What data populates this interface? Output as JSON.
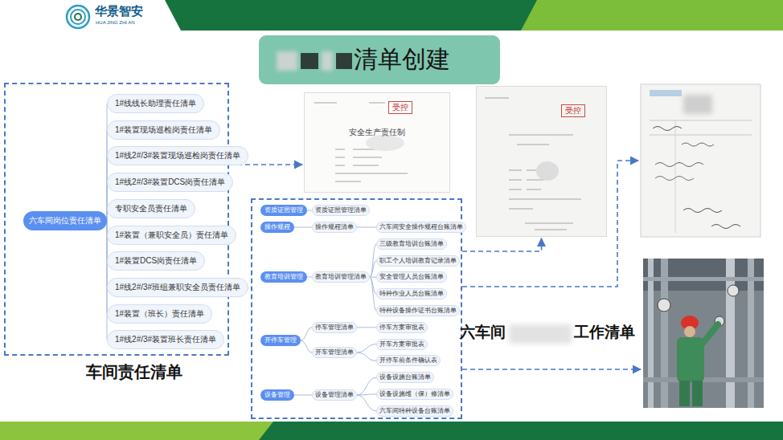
{
  "diagram": {
    "nodes": [
      {
        "text": [
          "清单创建"
        ]
      },
      {
        "text": [
          "车间责任清单"
        ]
      },
      {
        "text": [
          "六车间岗位责任清单"
        ],
        "in": 1
      },
      {
        "text": [
          "1#线线长助理责任清单"
        ],
        "in": 1
      },
      {
        "text": [
          "1#装置现场巡检岗责任清单"
        ],
        "in": 1
      },
      {
        "text": [
          "1#线2#/3#装置现场巡检岗责任清单"
        ],
        "in": 1
      },
      {
        "text": [
          "1#线2#/3#装置DCS岗责任清单"
        ],
        "in": 1
      },
      {
        "text": [
          "专职安全员责任清单"
        ],
        "in": 1
      },
      {
        "text": [
          "1#装置（兼职安全员）责任清单"
        ],
        "in": 1
      },
      {
        "text": [
          "1#装置DCS岗责任清单"
        ],
        "in": 1
      },
      {
        "text": [
          "1#线2#/3#班组兼职安全员责任清单"
        ],
        "in": 1
      },
      {
        "text": [
          "1#装置（班长）责任清单"
        ],
        "in": 1
      },
      {
        "text": [
          "1#线2#/3#装置班长责任清单"
        ],
        "in": 1
      },
      {
        "text": [
          "受控",
          "安全生产责任制"
        ]
      },
      {
        "text": []
      },
      {
        "text": [
          "资质证照管理"
        ],
        "in": 14
      },
      {
        "text": [
          "资质证照管理清单"
        ],
        "in": 14
      },
      {
        "text": [
          "操作规程"
        ],
        "in": 14
      },
      {
        "text": [
          "操作规程清单"
        ],
        "in": 14
      },
      {
        "text": [
          "六车间安全操作规程台账清单"
        ],
        "in": 14
      },
      {
        "text": [
          "教育培训管理"
        ],
        "in": 14
      },
      {
        "text": [
          "教育培训管理清单"
        ],
        "in": 14
      },
      {
        "text": [
          "三级教育培训台账清单"
        ],
        "in": 14
      },
      {
        "text": [
          "职工个人培训教育记录清单"
        ],
        "in": 14
      },
      {
        "text": [
          "安全管理人员台账清单"
        ],
        "in": 14
      },
      {
        "text": [
          "特种作业人员台账清单"
        ],
        "in": 14
      },
      {
        "text": [
          "特种设备操作证书台账清单"
        ],
        "in": 14
      },
      {
        "text": [
          "开停车管理"
        ],
        "in": 14
      },
      {
        "text": [
          "停车管理清单"
        ],
        "in": 14
      },
      {
        "text": [
          "停车方案审批表"
        ],
        "in": 14
      },
      {
        "text": [
          "开车管理清单"
        ],
        "in": 14
      },
      {
        "text": [
          "开车方案审批表"
        ],
        "in": 14
      },
      {
        "text": [
          "开停车前条件确认表"
        ],
        "in": 14
      },
      {
        "text": [
          "设备管理"
        ],
        "in": 14
      },
      {
        "text": [
          "设备管理清单"
        ],
        "in": 14
      },
      {
        "text": [
          "设备设施台账清单"
        ],
        "in": 14
      },
      {
        "text": [
          "设备设施维（保）修清单"
        ],
        "in": 14
      },
      {
        "text": [
          "六车间特种设备台账清单"
        ],
        "in": 14
      },
      {
        "text": [
          "受控"
        ]
      }
    ],
    "edges": [
      {
        "from": 2,
        "to": 3,
        "arrow": "none"
      },
      {
        "from": 2,
        "to": 4,
        "arrow": "none"
      },
      {
        "from": 2,
        "to": 5,
        "arrow": "none"
      },
      {
        "from": 2,
        "to": 6,
        "arrow": "none"
      },
      {
        "from": 2,
        "to": 7,
        "arrow": "none"
      },
      {
        "from": 2,
        "to": 8,
        "arrow": "none"
      },
      {
        "from": 2,
        "to": 9,
        "arrow": "none"
      },
      {
        "from": 2,
        "to": 10,
        "arrow": "none"
      },
      {
        "from": 2,
        "to": 11,
        "arrow": "none"
      },
      {
        "from": 2,
        "to": 12,
        "arrow": "none"
      },
      {
        "from": 15,
        "to": 16,
        "arrow": "none"
      },
      {
        "from": 17,
        "to": 18,
        "arrow": "none"
      },
      {
        "from": 18,
        "to": 19,
        "arrow": "none"
      },
      {
        "from": 20,
        "to": 21,
        "arrow": "none"
      },
      {
        "from": 21,
        "to": 22,
        "arrow": "none"
      },
      {
        "from": 21,
        "to": 23,
        "arrow": "none"
      },
      {
        "from": 21,
        "to": 24,
        "arrow": "none"
      },
      {
        "from": 21,
        "to": 25,
        "arrow": "none"
      },
      {
        "from": 21,
        "to": 26,
        "arrow": "none"
      },
      {
        "from": 27,
        "to": 28,
        "arrow": "none"
      },
      {
        "from": 27,
        "to": 30,
        "arrow": "none"
      },
      {
        "from": 28,
        "to": 29,
        "arrow": "none"
      },
      {
        "from": 30,
        "to": 31,
        "arrow": "none"
      },
      {
        "from": 30,
        "to": 32,
        "arrow": "none"
      },
      {
        "from": 33,
        "to": 34,
        "arrow": "none"
      },
      {
        "from": 34,
        "to": 35,
        "arrow": "none"
      },
      {
        "from": 34,
        "to": 36,
        "arrow": "none"
      },
      {
        "from": 34,
        "to": 37,
        "arrow": "none"
      },
      {
        "from": 1,
        "to": 13,
        "arrow": "to"
      },
      {
        "from": 14,
        "to": 38,
        "arrow": "to"
      }
    ],
    "labels": [
      "华景智安",
      "HUA JING ZHI AN",
      "六车间",
      "工作清单"
    ]
  }
}
